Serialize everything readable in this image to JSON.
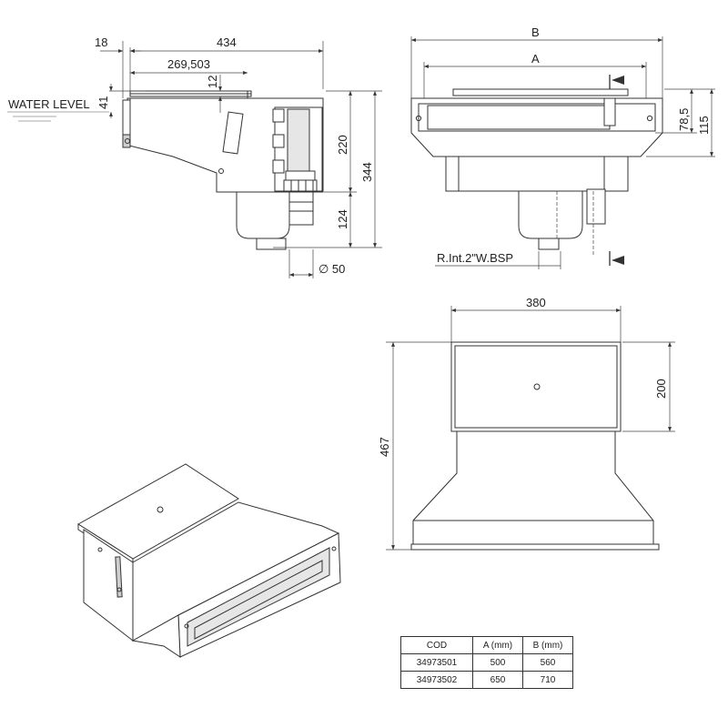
{
  "side_view": {
    "water_level_label": "WATER LEVEL",
    "dim_18": "18",
    "dim_434": "434",
    "dim_269": "269,503",
    "dim_12": "12",
    "dim_41": "41",
    "dim_220": "220",
    "dim_344": "344",
    "dim_124": "124",
    "dim_diam": "∅ 50"
  },
  "front_view": {
    "dim_B": "B",
    "dim_A": "A",
    "dim_785": "78,5",
    "dim_115": "115",
    "thread_label": "R.Int.2\"W.BSP"
  },
  "top_view": {
    "dim_380": "380",
    "dim_200": "200",
    "dim_467": "467"
  },
  "table": {
    "headers": [
      "COD",
      "A (mm)",
      "B (mm)"
    ],
    "rows": [
      [
        "34973501",
        "500",
        "560"
      ],
      [
        "34973502",
        "650",
        "710"
      ]
    ]
  }
}
